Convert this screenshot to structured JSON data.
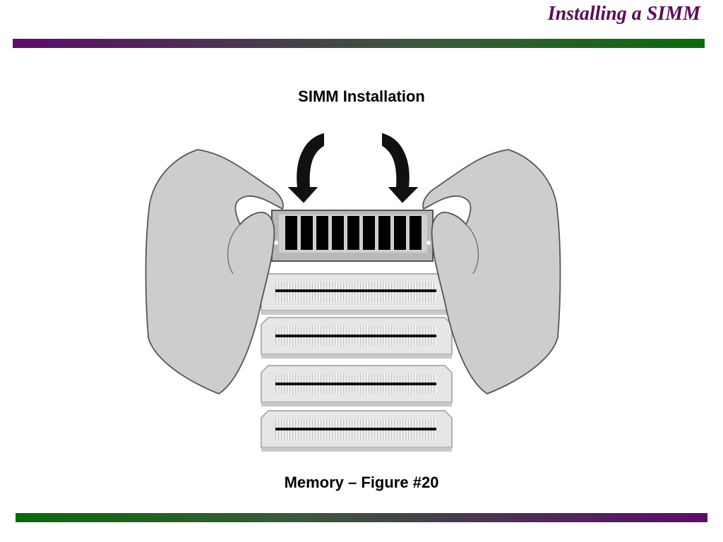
{
  "slide": {
    "title": "Installing a SIMM",
    "figure_title": "SIMM Installation",
    "caption": "Memory – Figure #20"
  },
  "colors": {
    "title_text": "#5a0a5a",
    "bar_purple": "#5e0b6b",
    "bar_green": "#0a6a0a"
  },
  "illustration": {
    "icons": [
      "hand-left-icon",
      "hand-right-icon",
      "arrow-down-curved-icon",
      "simm-module-icon",
      "memory-slot-icon"
    ],
    "memory_slots": 4,
    "chips_on_module": 9
  }
}
